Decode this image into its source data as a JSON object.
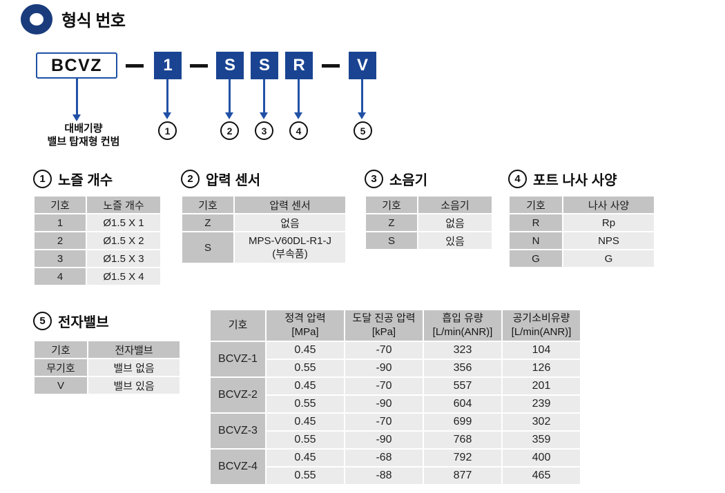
{
  "page": {
    "title": "형식 번호"
  },
  "colors": {
    "navy_box": "#1a4492",
    "arrow_blue": "#2151a6",
    "icon_ring": "#1a3c7c",
    "header_cell": "#c3c3c3",
    "data_cell": "#ebebeb"
  },
  "model_code": {
    "base": "BCVZ",
    "separator": "—",
    "segments": [
      {
        "char": "1"
      },
      {
        "char": "S"
      },
      {
        "char": "S"
      },
      {
        "char": "R"
      },
      {
        "char": "V"
      }
    ],
    "callouts": [
      "1",
      "2",
      "3",
      "4",
      "5"
    ],
    "base_caption": "대배기량\n밸브 탑재형 컨범"
  },
  "sections": [
    {
      "num": "1",
      "title": "노즐 개수",
      "col1": "기호",
      "col2": "노즐 개수",
      "rows": [
        [
          "1",
          "Ø1.5 X 1"
        ],
        [
          "2",
          "Ø1.5 X 2"
        ],
        [
          "3",
          "Ø1.5 X 3"
        ],
        [
          "4",
          "Ø1.5 X 4"
        ]
      ]
    },
    {
      "num": "2",
      "title": "압력 센서",
      "col1": "기호",
      "col2": "압력 센서",
      "rows": [
        [
          "Z",
          "없음"
        ],
        [
          "S",
          "MPS-V60DL-R1-J\n(부속품)"
        ]
      ]
    },
    {
      "num": "3",
      "title": "소음기",
      "col1": "기호",
      "col2": "소음기",
      "rows": [
        [
          "Z",
          "없음"
        ],
        [
          "S",
          "있음"
        ]
      ]
    },
    {
      "num": "4",
      "title": "포트 나사 사양",
      "col1": "기호",
      "col2": "나사 사양",
      "rows": [
        [
          "R",
          "Rp"
        ],
        [
          "N",
          "NPS"
        ],
        [
          "G",
          "G"
        ]
      ]
    },
    {
      "num": "5",
      "title": "전자밸브",
      "col1": "기호",
      "col2": "전자밸브",
      "rows": [
        [
          "무기호",
          "밸브 없음"
        ],
        [
          "V",
          "밸브 있음"
        ]
      ]
    }
  ],
  "spec_table": {
    "headers": [
      "기호",
      "정격 압력\n[MPa]",
      "도달 진공 압력\n[kPa]",
      "흡입 유량\n[L/min(ANR)]",
      "공기소비유량\n[L/min(ANR)]"
    ],
    "groups": [
      {
        "model": "BCVZ-1",
        "rows": [
          [
            "0.45",
            "-70",
            "323",
            "104"
          ],
          [
            "0.55",
            "-90",
            "356",
            "126"
          ]
        ]
      },
      {
        "model": "BCVZ-2",
        "rows": [
          [
            "0.45",
            "-70",
            "557",
            "201"
          ],
          [
            "0.55",
            "-90",
            "604",
            "239"
          ]
        ]
      },
      {
        "model": "BCVZ-3",
        "rows": [
          [
            "0.45",
            "-70",
            "699",
            "302"
          ],
          [
            "0.55",
            "-90",
            "768",
            "359"
          ]
        ]
      },
      {
        "model": "BCVZ-4",
        "rows": [
          [
            "0.45",
            "-68",
            "792",
            "400"
          ],
          [
            "0.55",
            "-88",
            "877",
            "465"
          ]
        ]
      }
    ]
  }
}
